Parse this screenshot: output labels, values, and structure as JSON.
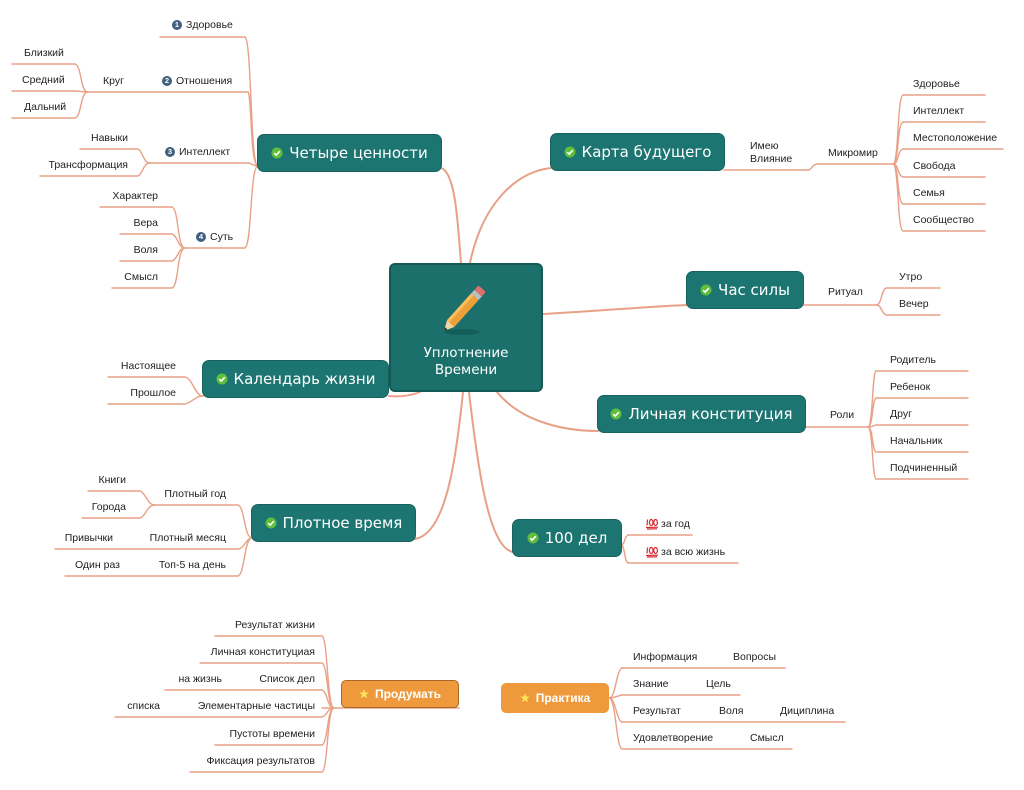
{
  "colors": {
    "topic_fill": "#1d7571",
    "connector": "#e8a086",
    "orange_topic": "#ee9a3c",
    "check": "#5fbf3c",
    "number_badge": "#41607f"
  },
  "central": {
    "line1": "Уплотнение",
    "line2": "Времени",
    "icon": "pencil-icon"
  },
  "four_values": {
    "label": "Четыре ценности",
    "icon": "check-icon",
    "items": [
      {
        "number": "1",
        "label": "Здоровье"
      },
      {
        "number": "2",
        "label": "Отношения",
        "circle": {
          "label": "Круг",
          "items": [
            "Близкий",
            "Средний",
            "Дальний"
          ]
        }
      },
      {
        "number": "3",
        "label": "Интеллект",
        "items": [
          "Навыки",
          "Трансформация"
        ]
      },
      {
        "number": "4",
        "label": "Суть",
        "items": [
          "Характер",
          "Вера",
          "Воля",
          "Смысл"
        ]
      }
    ]
  },
  "future_map": {
    "label": "Карта будущего",
    "icon": "check-icon",
    "influence": [
      "Имею",
      "Влияние"
    ],
    "microworld": {
      "label": "Микромир",
      "items": [
        "Здоровье",
        "Интеллект",
        "Местоположение",
        "Свобода",
        "Семья",
        "Сообщество"
      ]
    }
  },
  "power_hour": {
    "label": "Час силы",
    "icon": "check-icon",
    "ritual": {
      "label": "Ритуал",
      "items": [
        "Утро",
        "Вечер"
      ]
    }
  },
  "life_calendar": {
    "label": "Календарь жизни",
    "icon": "check-icon",
    "items": [
      "Настоящее",
      "Прошлое"
    ]
  },
  "personal_constitution": {
    "label": "Личная конституция",
    "icon": "check-icon",
    "roles": {
      "label": "Роли",
      "items": [
        "Родитель",
        "Ребенок",
        "Друг",
        "Начальник",
        "Подчиненный"
      ]
    }
  },
  "dense_time": {
    "label": "Плотное время",
    "icon": "check-icon",
    "items": [
      {
        "label": "Плотный год",
        "items": [
          "Книги",
          "Города"
        ]
      },
      {
        "label": "Плотный месяц",
        "items": [
          "Привычки"
        ]
      },
      {
        "label": "Топ-5 на день",
        "items": [
          "Один раз"
        ]
      }
    ]
  },
  "hundred_things": {
    "label": "100 дел",
    "icon": "check-icon",
    "items": [
      {
        "icon": "hundred-points-icon",
        "label": "за год"
      },
      {
        "icon": "hundred-points-icon",
        "label": "за всю жизнь"
      }
    ]
  },
  "think_over": {
    "label": "Продумать",
    "icon": "star-icon",
    "items": [
      {
        "label": "Результат жизни"
      },
      {
        "label": "Личная конституциая"
      },
      {
        "label": "Список дел",
        "items": [
          "на жизнь"
        ]
      },
      {
        "label": "Элементарные частицы",
        "items": [
          "списка"
        ]
      },
      {
        "label": "Пустоты времени"
      },
      {
        "label": "Фиксация результатов"
      }
    ]
  },
  "practice": {
    "label": "Практика",
    "icon": "star-icon",
    "rows": [
      [
        "Информация",
        "Вопросы"
      ],
      [
        "Знание",
        "Цель"
      ],
      [
        "Результат",
        "Воля",
        "Дициплина"
      ],
      [
        "Удовлетворение",
        "Смысл"
      ]
    ]
  }
}
